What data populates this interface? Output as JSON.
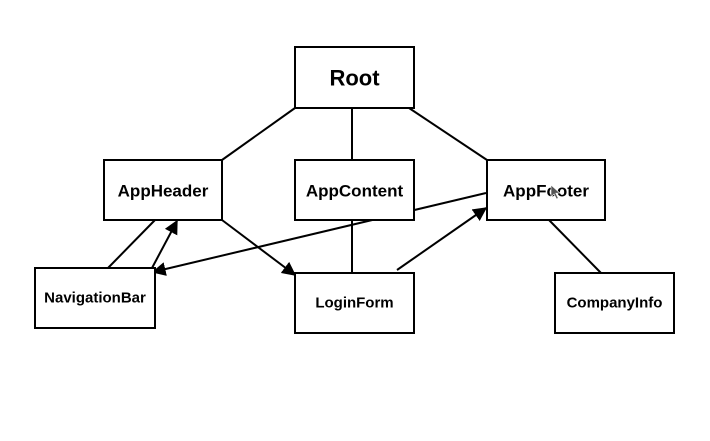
{
  "diagram": {
    "nodes": {
      "root": "Root",
      "app_header": "AppHeader",
      "app_content": "AppContent",
      "app_footer": "AppFooter",
      "navigation_bar": "NavigationBar",
      "login_form": "LoginForm",
      "company_info": "CompanyInfo"
    },
    "edges": [
      {
        "from": "Root",
        "to": "AppHeader",
        "directed": false
      },
      {
        "from": "Root",
        "to": "AppContent",
        "directed": false
      },
      {
        "from": "Root",
        "to": "AppFooter",
        "directed": false
      },
      {
        "from": "AppHeader",
        "to": "NavigationBar",
        "directed": false
      },
      {
        "from": "NavigationBar",
        "to": "AppHeader",
        "directed": true
      },
      {
        "from": "AppHeader",
        "to": "LoginForm",
        "directed": true
      },
      {
        "from": "AppContent",
        "to": "LoginForm",
        "directed": false
      },
      {
        "from": "LoginForm",
        "to": "AppFooter",
        "directed": true
      },
      {
        "from": "AppFooter",
        "to": "NavigationBar",
        "directed": true
      },
      {
        "from": "AppFooter",
        "to": "CompanyInfo",
        "directed": false
      }
    ]
  },
  "colors": {
    "stroke": "#000000",
    "background": "#ffffff",
    "text": "#000000"
  },
  "icons": {
    "cursor": "mouse-pointer-icon"
  }
}
